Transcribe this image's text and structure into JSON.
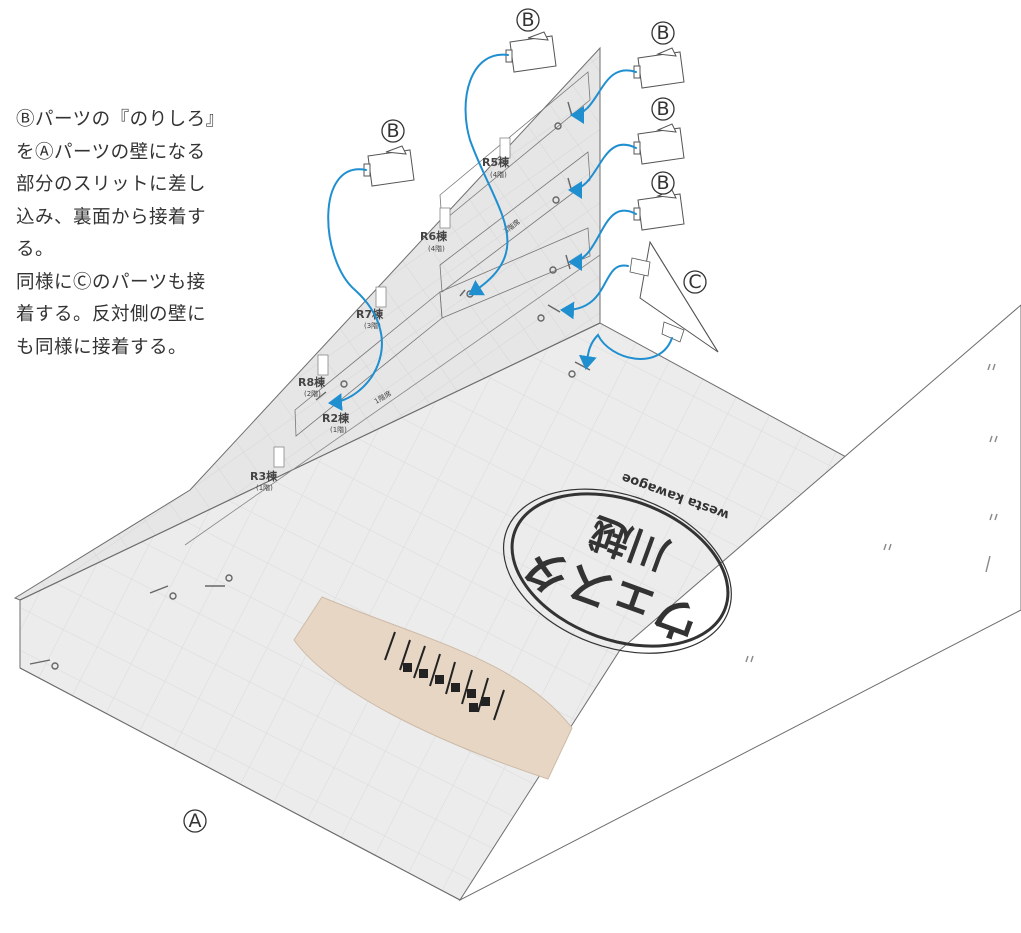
{
  "instructions": [
    "Ⓑパーツの『のりしろ』",
    "をⒶパーツの壁になる",
    "部分のスリットに差し",
    "込み、裏面から接着す",
    "る。",
    "同様にⒸのパーツも接",
    "着する。反対側の壁に",
    "も同様に接着する。"
  ],
  "part_labels": {
    "a": "A",
    "b": "B",
    "c": "C"
  },
  "room_labels": [
    {
      "name": "R5棟",
      "floor": "(4階)"
    },
    {
      "name": "R6棟",
      "floor": "(4階)"
    },
    {
      "name": "R7棟",
      "floor": "(3階)"
    },
    {
      "name": "R8棟",
      "floor": "(2階)"
    },
    {
      "name": "R2棟",
      "floor": "(1階)"
    },
    {
      "name": "R3棟",
      "floor": "(1階)"
    }
  ],
  "wall_notes": {
    "floor_3": "3階席",
    "floor_1": "1階席"
  },
  "logo": {
    "brand": "ウェスタ",
    "city": "川越",
    "sub": "westa kawagoe"
  },
  "colors": {
    "arrow": "#1f8fd0",
    "stage": "#e8d6c4",
    "floor": "#ebebeb",
    "wall": "#e4e4e4",
    "line": "#555555"
  }
}
